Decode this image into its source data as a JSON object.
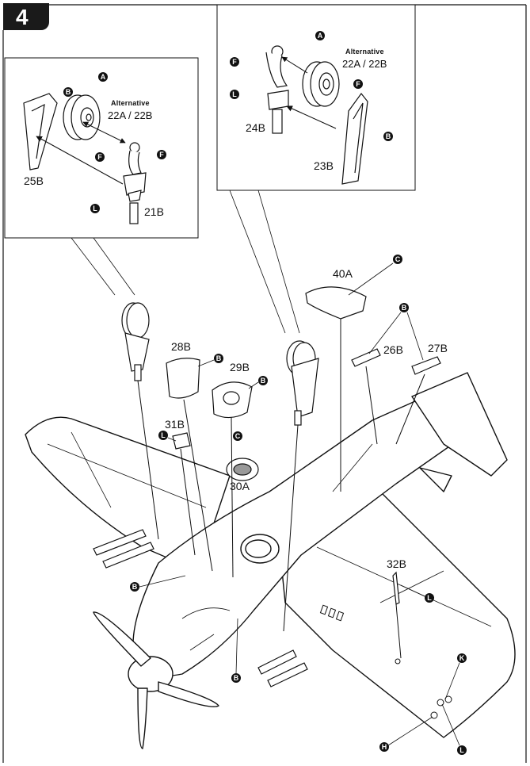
{
  "step": {
    "number": "4"
  },
  "detail_left": {
    "alternative_label": "Alternative",
    "alternative_parts": "22A / 22B",
    "parts": [
      "25B",
      "21B"
    ],
    "markers": [
      "A",
      "B",
      "F",
      "F",
      "L"
    ]
  },
  "detail_right": {
    "alternative_label": "Alternative",
    "alternative_parts": "22A / 22B",
    "parts": [
      "24B",
      "23B"
    ],
    "markers": [
      "A",
      "F",
      "F",
      "L",
      "B"
    ]
  },
  "main": {
    "parts": [
      "40A",
      "26B",
      "27B",
      "28B",
      "29B",
      "31B",
      "30A",
      "32B"
    ],
    "markers": [
      "C",
      "B",
      "B",
      "B",
      "C",
      "L",
      "B",
      "B",
      "L",
      "K",
      "H",
      "L"
    ]
  }
}
